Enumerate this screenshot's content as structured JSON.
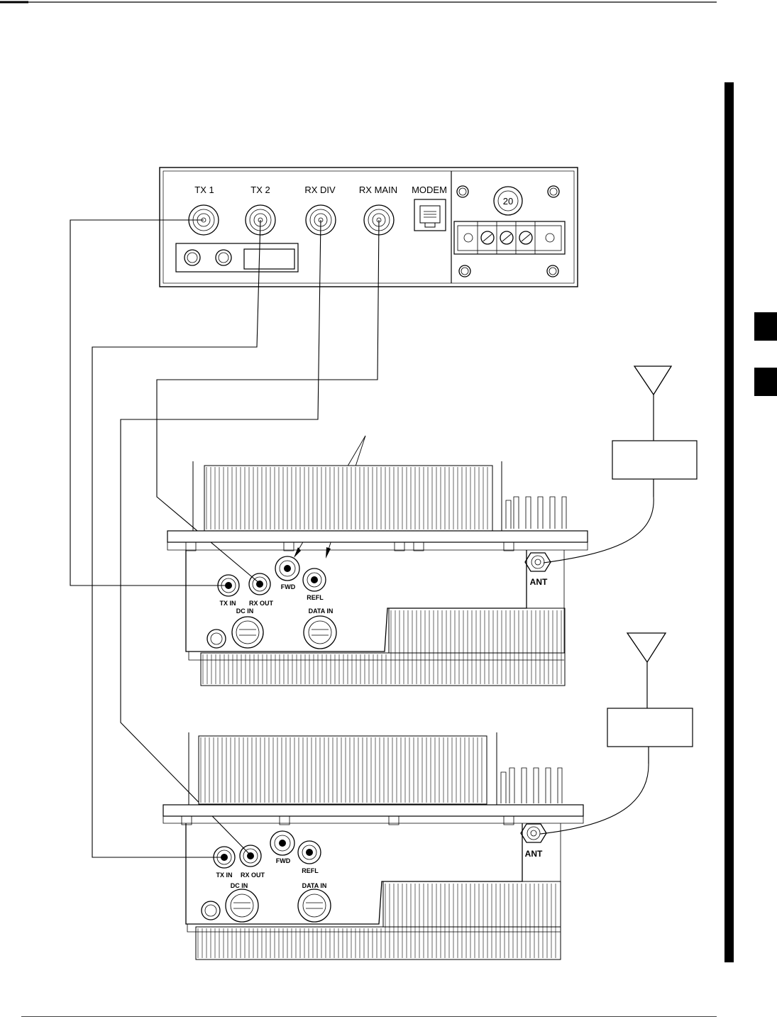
{
  "front_panel": {
    "ports": [
      "TX 1",
      "TX 2",
      "RX DIV",
      "RX MAIN",
      "MODEM"
    ],
    "fuse_label": "20"
  },
  "remote_units": [
    {
      "labels": {
        "tx_in": "TX IN",
        "rx_out": "RX OUT",
        "fwd": "FWD",
        "refl": "REFL",
        "dc_in": "DC IN",
        "data_in": "DATA IN",
        "ant": "ANT"
      }
    },
    {
      "labels": {
        "tx_in": "TX IN",
        "rx_out": "RX OUT",
        "fwd": "FWD",
        "refl": "REFL",
        "dc_in": "DC IN",
        "data_in": "DATA IN",
        "ant": "ANT"
      }
    }
  ]
}
